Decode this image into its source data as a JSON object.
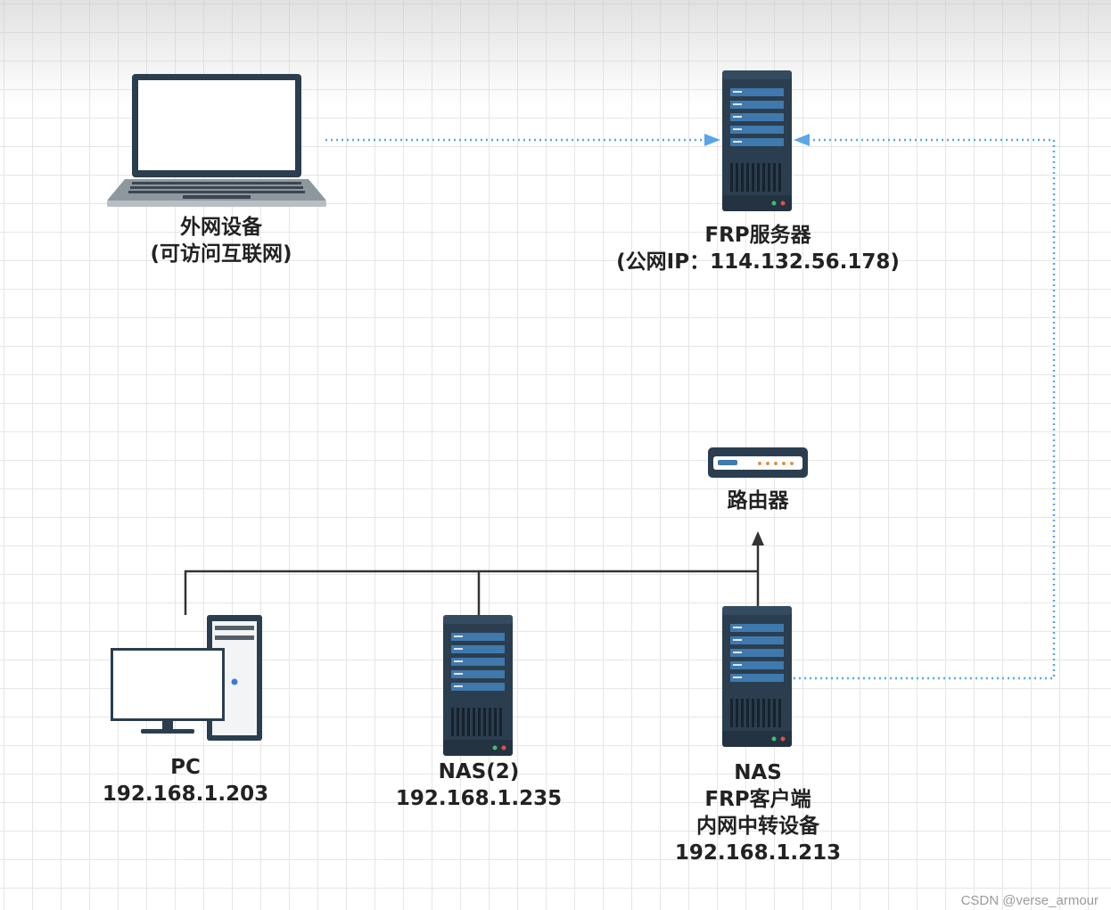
{
  "nodes": {
    "external_device": {
      "line1": "外网设备",
      "line2": "(可访问互联网)",
      "icon": "laptop-icon"
    },
    "frp_server": {
      "line1": "FRP服务器",
      "line2": "(公网IP：114.132.56.178)",
      "icon": "server-icon"
    },
    "router": {
      "line1": "路由器",
      "icon": "router-icon"
    },
    "pc": {
      "line1": "PC",
      "line2": "192.168.1.203",
      "icon": "desktop-computer-icon"
    },
    "nas2": {
      "line1": "NAS(2)",
      "line2": "192.168.1.235",
      "icon": "server-icon"
    },
    "nas_client": {
      "line1": "NAS",
      "line2": "FRP客户端",
      "line3": "内网中转设备",
      "line4": "192.168.1.213",
      "icon": "server-icon"
    }
  },
  "edges": [
    {
      "from": "external_device",
      "to": "frp_server",
      "style": "dotted"
    },
    {
      "from": "nas_client",
      "to": "frp_server",
      "style": "dotted"
    },
    {
      "from": "pc",
      "to": "router",
      "style": "solid"
    },
    {
      "from": "nas2",
      "to": "router",
      "style": "solid"
    },
    {
      "from": "nas_client",
      "to": "router",
      "style": "solid"
    }
  ],
  "watermark": "CSDN @verse_armour",
  "colors": {
    "dotted_link": "#5aa6e8",
    "server_body": "#2b3e4f",
    "server_panel": "#3f79ad"
  }
}
